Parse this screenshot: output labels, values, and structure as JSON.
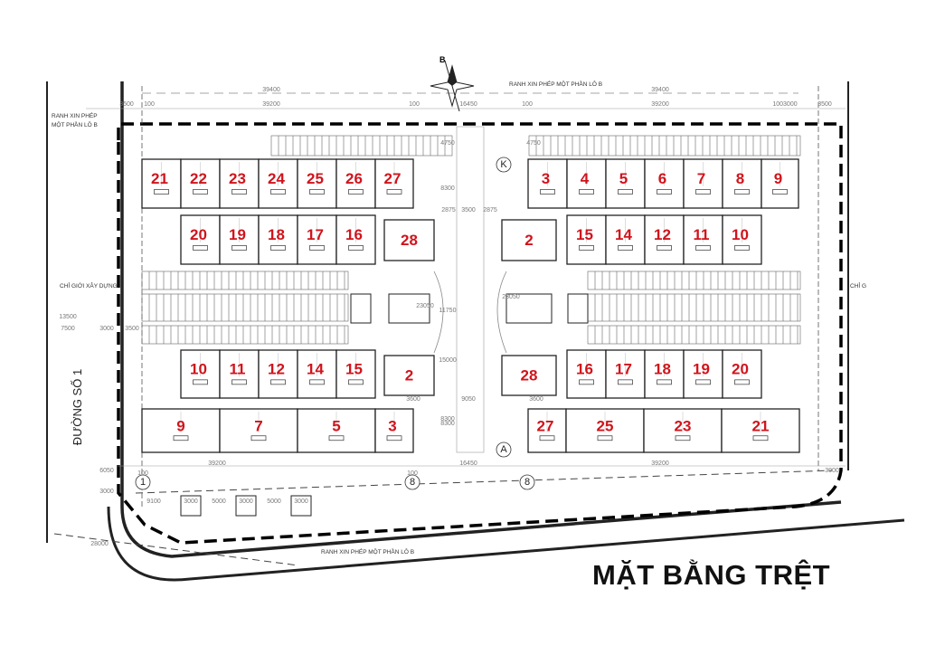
{
  "title": "MẶT BẰNG TRỆT",
  "colors": {
    "unit_number": "#d0141c",
    "lines": "#222222",
    "boundary": "#000000"
  },
  "compass_label": "B",
  "road_label": "ĐƯỜNG SỐ 1",
  "notes": {
    "boundary_left": [
      "RANH XIN PHÉP",
      "MỘT PHẦN LÔ B"
    ],
    "boundary_top": "RANH XIN PHÉP MỘT PHẦN LÔ B",
    "boundary_bottom": "RANH XIN PHÉP MỘT PHẦN LÔ B",
    "setback_left": "CHỈ GIỚI XÂY DỰNG",
    "setback_right": "CHỈ G"
  },
  "grid_axes": [
    "K",
    "A",
    "1",
    "8",
    "8"
  ],
  "dimensions": {
    "top": [
      "39400",
      "3500",
      "100",
      "39200",
      "100",
      "16450",
      "100",
      "39400",
      "39200",
      "1003000",
      "3500"
    ],
    "left": [
      "13500",
      "7500",
      "3000",
      "3500",
      "4750",
      "8300",
      "11750",
      "15000"
    ],
    "center": [
      "2875",
      "3500",
      "2875",
      "4750",
      "8300",
      "9050",
      "3600",
      "3600",
      "8300",
      "23050",
      "23050"
    ],
    "bottom": [
      "39200",
      "16450",
      "39200",
      "100",
      "100",
      "9100",
      "3000",
      "5000",
      "3000",
      "5000",
      "3000",
      "6050",
      "3000",
      "28000",
      "3000"
    ]
  },
  "blocks": {
    "top_left_row1": [
      "21",
      "22",
      "23",
      "24",
      "25",
      "26",
      "27"
    ],
    "top_left_row2": [
      "20",
      "19",
      "18",
      "17",
      "16"
    ],
    "top_left_single": "28",
    "top_right_row1": [
      "3",
      "4",
      "5",
      "6",
      "7",
      "8",
      "9"
    ],
    "top_right_row2": [
      "15",
      "14",
      "12",
      "11",
      "10"
    ],
    "top_right_single": "2",
    "bottom_left_row1": [
      "10",
      "11",
      "12",
      "14",
      "15"
    ],
    "bottom_left_single": "2",
    "bottom_left_row2": [
      "9",
      "7",
      "5",
      "3"
    ],
    "bottom_right_single": "28",
    "bottom_right_row1": [
      "16",
      "17",
      "18",
      "19",
      "20"
    ],
    "bottom_right_row2": [
      "27",
      "25",
      "23",
      "21"
    ]
  }
}
